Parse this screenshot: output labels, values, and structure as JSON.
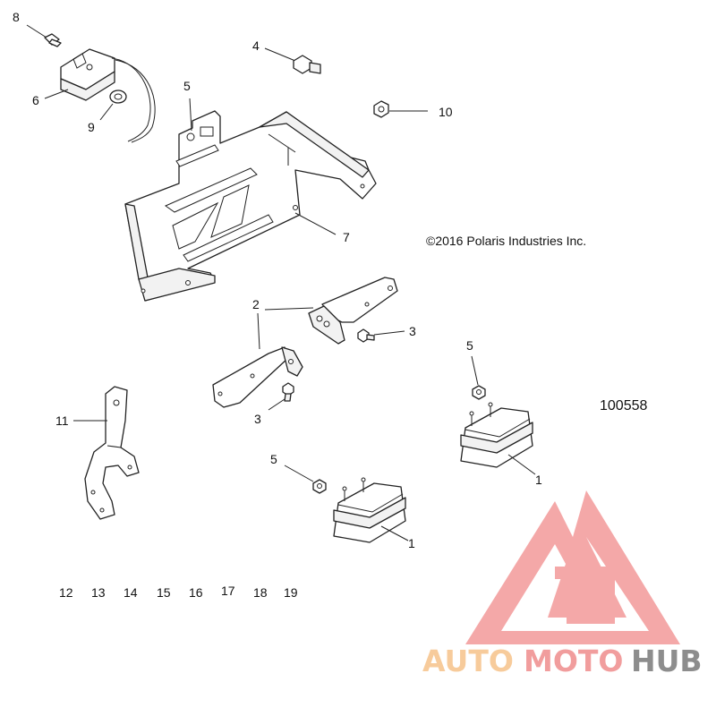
{
  "callouts": {
    "c8": "8",
    "c6": "6",
    "c9": "9",
    "c5_top": "5",
    "c4": "4",
    "c10": "10",
    "c7": "7",
    "c2": "2",
    "c3_right": "3",
    "c3_left": "3",
    "c5_right": "5",
    "c5_left": "5",
    "c1_right": "1",
    "c1_left": "1",
    "c11": "11"
  },
  "index_row": [
    "12",
    "13",
    "14",
    "15",
    "16",
    "17",
    "18",
    "19"
  ],
  "copyright": "©2016  Polaris Industries Inc.",
  "drawing_number": "100558",
  "watermark": {
    "part_a": "AUTO",
    "part_b": "MOTO",
    "part_c": "HUB",
    "colors": {
      "orange": "#f6c38a",
      "red": "#ef8d8d",
      "gray": "#7a7a7a",
      "triangle": "#f39a9a"
    }
  }
}
